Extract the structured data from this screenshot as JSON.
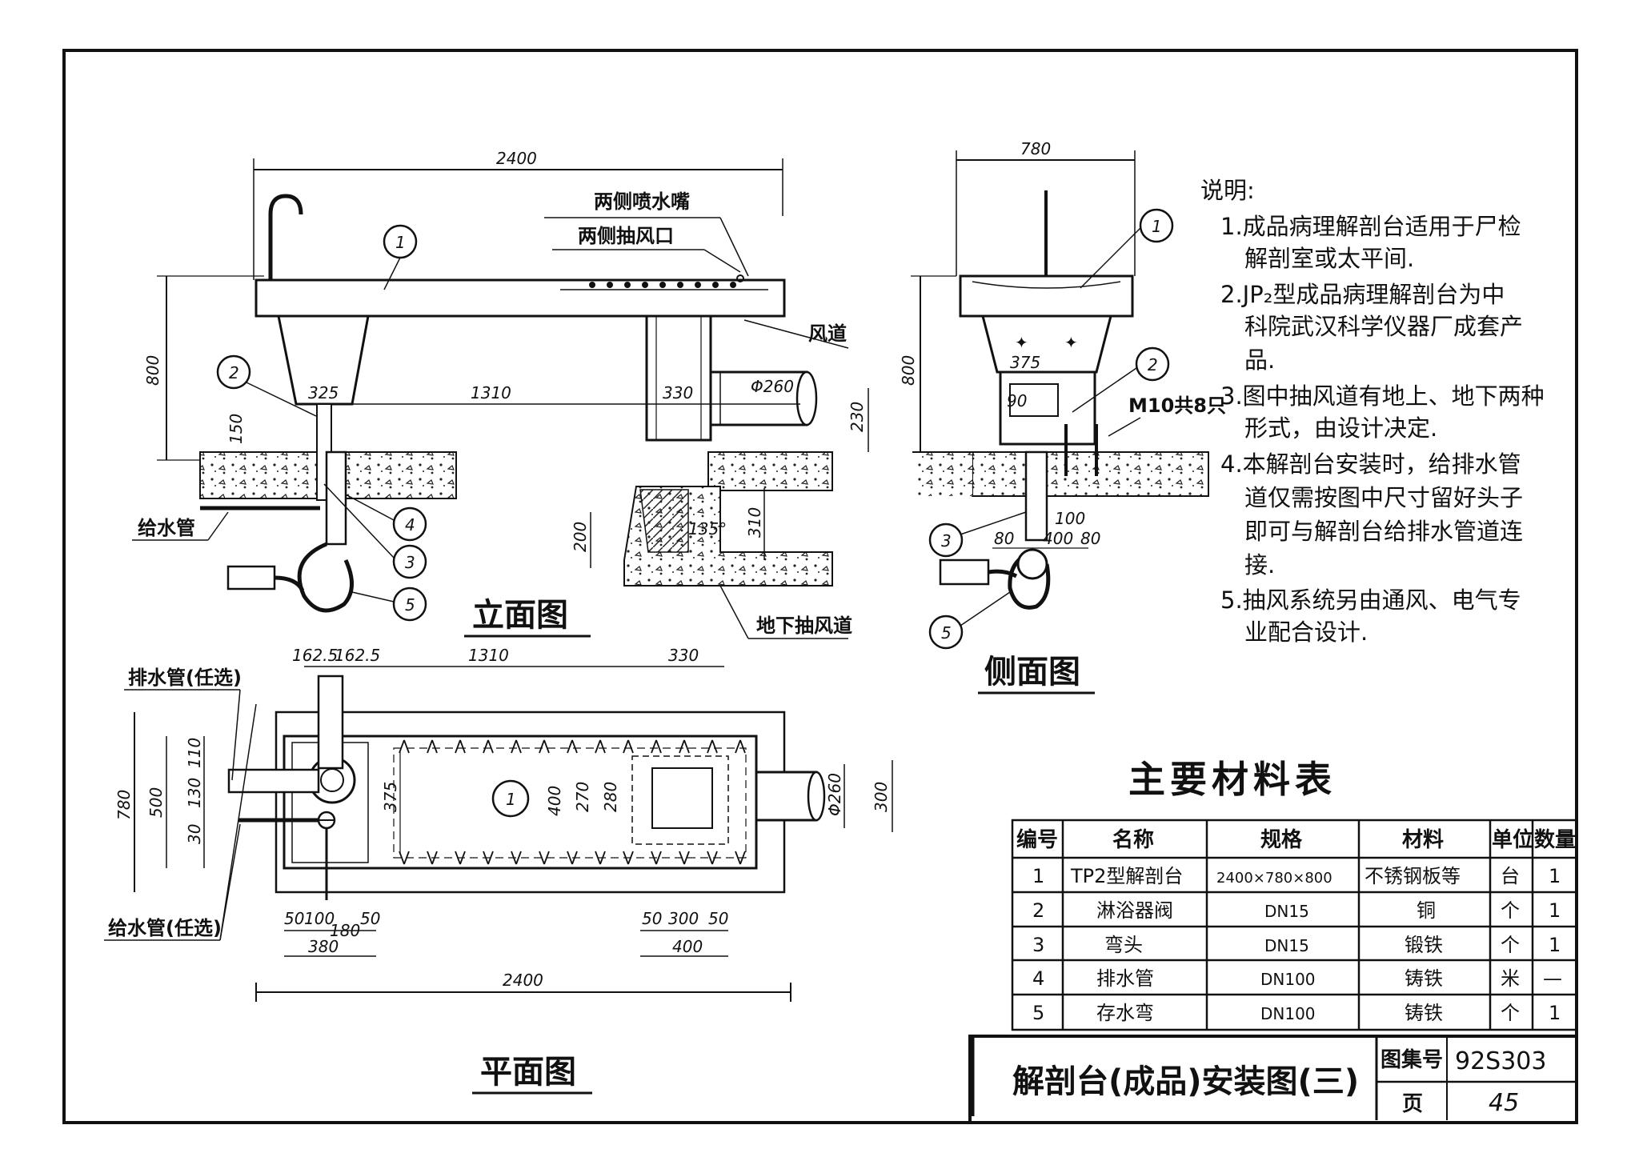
{
  "views": {
    "elevation": {
      "title": "立面图",
      "dims": {
        "width": "2400",
        "height": "800",
        "d325": "325",
        "d1310": "1310",
        "d330": "330",
        "d150": "150",
        "d230": "230",
        "d200": "200",
        "d310": "310",
        "angle": "135°",
        "pipe": "Φ260"
      },
      "labels": {
        "nozzle": "两侧喷水嘴",
        "exhaust_port": "两侧抽风口",
        "air_duct": "风道",
        "water_supply": "给水管",
        "underground_duct": "地下抽风道"
      }
    },
    "side": {
      "title": "侧面图",
      "dims": {
        "width": "780",
        "height": "800",
        "d375": "375",
        "d90": "90",
        "d80a": "80",
        "d400": "400",
        "d100": "100",
        "d80b": "80"
      },
      "labels": {
        "bolts": "M10共8只"
      }
    },
    "plan": {
      "title": "平面图",
      "dims": {
        "d1625a": "162.5",
        "d1625b": "162.5",
        "d1310": "1310",
        "d330": "330",
        "d780": "780",
        "d500": "500",
        "d110": "110",
        "d130": "130",
        "d30": "30",
        "d375": "375",
        "d400": "400",
        "d270": "270",
        "d280": "280",
        "phi260": "Φ260",
        "d300": "300",
        "b50a": "50",
        "b100": "100",
        "b180": "180",
        "b50b": "50",
        "b380": "380",
        "c50a": "50",
        "c300": "300",
        "c50b": "50",
        "c400": "400",
        "width": "2400"
      },
      "labels": {
        "drain": "排水管(任选)",
        "supply": "给水管(任选)"
      }
    }
  },
  "callouts": [
    "1",
    "2",
    "3",
    "4",
    "5"
  ],
  "notes": {
    "heading": "说明:",
    "lines": [
      "1.成品病理解剖台适用于尸检",
      "解剖室或太平间.",
      "2.JP₂型成品病理解剖台为中",
      "科院武汉科学仪器厂成套产",
      "品.",
      "3.图中抽风道有地上、地下两种",
      "形式，由设计决定.",
      "4.本解剖台安装时，给排水管",
      "道仅需按图中尺寸留好头子",
      "即可与解剖台给排水管道连",
      "接.",
      "5.抽风系统另由通风、电气专",
      "业配合设计."
    ]
  },
  "materials": {
    "title": "主要材料表",
    "headers": [
      "编号",
      "名称",
      "规格",
      "材料",
      "单位",
      "数量"
    ],
    "rows": [
      [
        "1",
        "TP2型解剖台",
        "2400×780×800",
        "不锈钢板等",
        "台",
        "1"
      ],
      [
        "2",
        "淋浴器阀",
        "DN15",
        "铜",
        "个",
        "1"
      ],
      [
        "3",
        "弯头",
        "DN15",
        "锻铁",
        "个",
        "1"
      ],
      [
        "4",
        "排水管",
        "DN100",
        "铸铁",
        "米",
        "—"
      ],
      [
        "5",
        "存水弯",
        "DN100",
        "铸铁",
        "个",
        "1"
      ]
    ]
  },
  "titleblock": {
    "title": "解剖台(成品)安装图(三)",
    "atlas_label": "图集号",
    "atlas_no": "92S303",
    "page_label": "页",
    "page_no": "45"
  }
}
